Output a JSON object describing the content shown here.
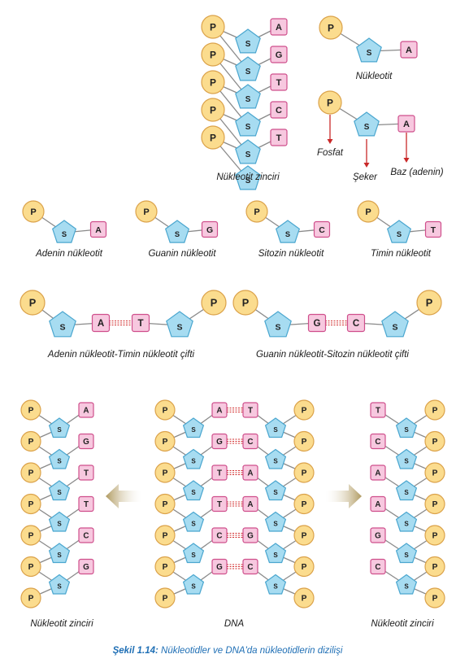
{
  "symbols": {
    "phosphate": "P",
    "sugar": "S"
  },
  "colors": {
    "phosphate_fill": "#fbdc8e",
    "phosphate_stroke": "#dba24a",
    "sugar_fill": "#a7dcf1",
    "sugar_stroke": "#4aa6cf",
    "base_fill": "#f7c8df",
    "base_stroke": "#cf4f8c",
    "hbond": "#d22c2c",
    "arrow_red": "#c92828",
    "backbone": "#8a8a8a",
    "big_arrow": "#b09a60",
    "caption_blue": "#1f6fb5"
  },
  "top_chain": {
    "bases": [
      "A",
      "G",
      "T",
      "C",
      "T"
    ],
    "label": "Nükleotit zinciri"
  },
  "single_nucleotide": {
    "base": "A",
    "label": "Nükleotit"
  },
  "anatomy": {
    "base": "A",
    "phosphate_label": "Fosfat",
    "sugar_label": "Şeker",
    "base_label": "Baz (adenin)"
  },
  "nucleotides": [
    {
      "base": "A",
      "label": "Adenin nükleotit"
    },
    {
      "base": "G",
      "label": "Guanin nükleotit"
    },
    {
      "base": "C",
      "label": "Sitozin nükleotit"
    },
    {
      "base": "T",
      "label": "Timin nükleotit"
    }
  ],
  "pairs": [
    {
      "left": "A",
      "right": "T",
      "label": "Adenin nükleotit-Timin nükleotit çifti"
    },
    {
      "left": "G",
      "right": "C",
      "label": "Guanin nükleotit-Sitozin nükleotit çifti"
    }
  ],
  "dna": {
    "label": "DNA",
    "pairs": [
      [
        "A",
        "T"
      ],
      [
        "G",
        "C"
      ],
      [
        "T",
        "A"
      ],
      [
        "T",
        "A"
      ],
      [
        "C",
        "G"
      ],
      [
        "G",
        "C"
      ]
    ]
  },
  "left_strand": {
    "bases": [
      "A",
      "G",
      "T",
      "T",
      "C",
      "G"
    ],
    "label": "Nükleotit zinciri"
  },
  "right_strand": {
    "bases": [
      "T",
      "C",
      "A",
      "A",
      "G",
      "C"
    ],
    "label": "Nükleotit zinciri"
  },
  "caption": {
    "prefix": "Şekil 1.14:",
    "text": " Nükleotidler ve DNA'da nükleotidlerin dizilişi"
  }
}
